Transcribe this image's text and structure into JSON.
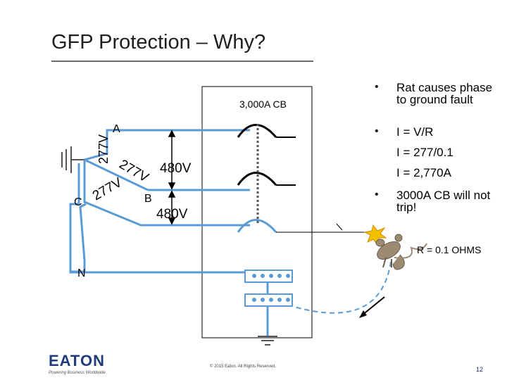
{
  "slide": {
    "title": "GFP Protection – Why?",
    "page_number": "12",
    "copyright": "© 2015 Eaton. All Rights Reserved.",
    "logo": {
      "word": "EATON",
      "tagline": "Powering Business Worldwide"
    }
  },
  "diagram": {
    "cb_label": "3,000A CB",
    "phase_a": "A",
    "phase_b": "B",
    "phase_c": "C",
    "neutral": "N",
    "voltage_vertical": "277V",
    "voltage_diag_a": "277V",
    "voltage_diag_c": "277V",
    "voltage_ab": "480V",
    "voltage_bc": "480V",
    "fault_resistance": "R = 0.1 OHMS",
    "colors": {
      "line": "#5b9bd5",
      "busbar": "#000000",
      "rat": "#9c8a73",
      "spark": "#f2c100"
    }
  },
  "bullets": [
    {
      "marker": "•",
      "text": "Rat causes phase to ground fault"
    },
    {
      "marker": "•",
      "text": "I = V/R"
    },
    {
      "marker": "",
      "text": "I = 277/0.1"
    },
    {
      "marker": "",
      "text": "I = 2,770A"
    },
    {
      "marker": "•",
      "text": "3000A CB will not trip!"
    }
  ]
}
